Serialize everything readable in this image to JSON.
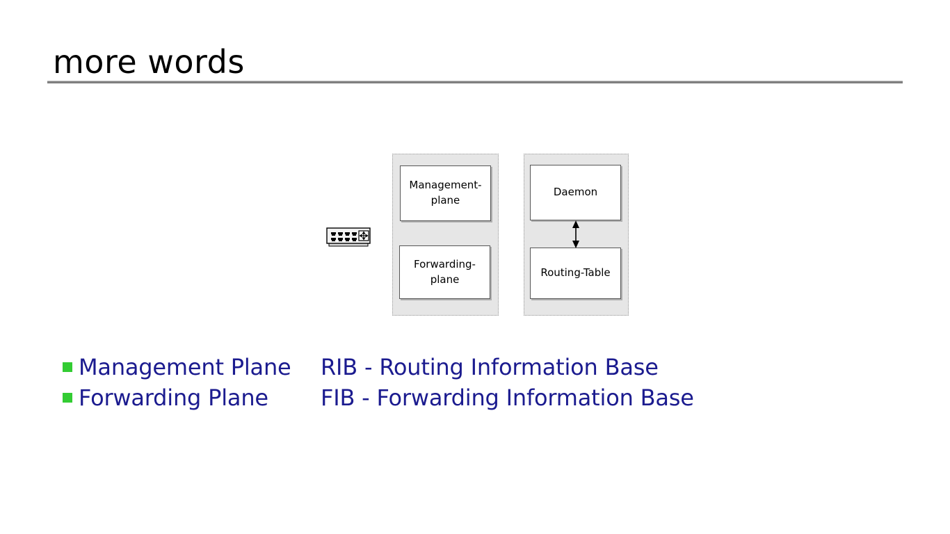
{
  "slide": {
    "title": "more words",
    "background_color": "#ffffff",
    "title_color": "#000000",
    "rule_color": "#808080",
    "accent_text_color": "#1b1b8f",
    "bullet_marker_color": "#33cc33"
  },
  "diagram": {
    "device_icon": {
      "name": "router-switch-icon",
      "port_rows": 2,
      "ports_per_row": 4,
      "symbol": "four-arrow-router-symbol"
    },
    "panels": [
      {
        "id": "panel-planes",
        "name": "planes-panel",
        "fill_color": "#e6e6e6",
        "boxes": [
          {
            "id": "box-management-plane",
            "label": "Management-\nplane",
            "line1": "Management-",
            "line2": "plane"
          },
          {
            "id": "box-forwarding-plane",
            "label": "Forwarding-\nplane",
            "line1": "Forwarding-",
            "line2": "plane"
          }
        ]
      },
      {
        "id": "panel-control",
        "name": "control-panel",
        "fill_color": "#e6e6e6",
        "boxes": [
          {
            "id": "box-daemon",
            "label": "Daemon",
            "line1": "Daemon",
            "line2": ""
          },
          {
            "id": "box-routing-table",
            "label": "Routing-Table",
            "line1": "Routing-Table",
            "line2": ""
          }
        ],
        "connector": {
          "name": "bidirectional-arrow",
          "from": "Daemon",
          "to": "Routing-Table",
          "style": "double-headed"
        }
      }
    ]
  },
  "bullets": [
    {
      "left": "Management Plane",
      "right": "RIB - Routing Information Base"
    },
    {
      "left": "Forwarding Plane",
      "right": "FIB - Forwarding Information Base"
    }
  ]
}
